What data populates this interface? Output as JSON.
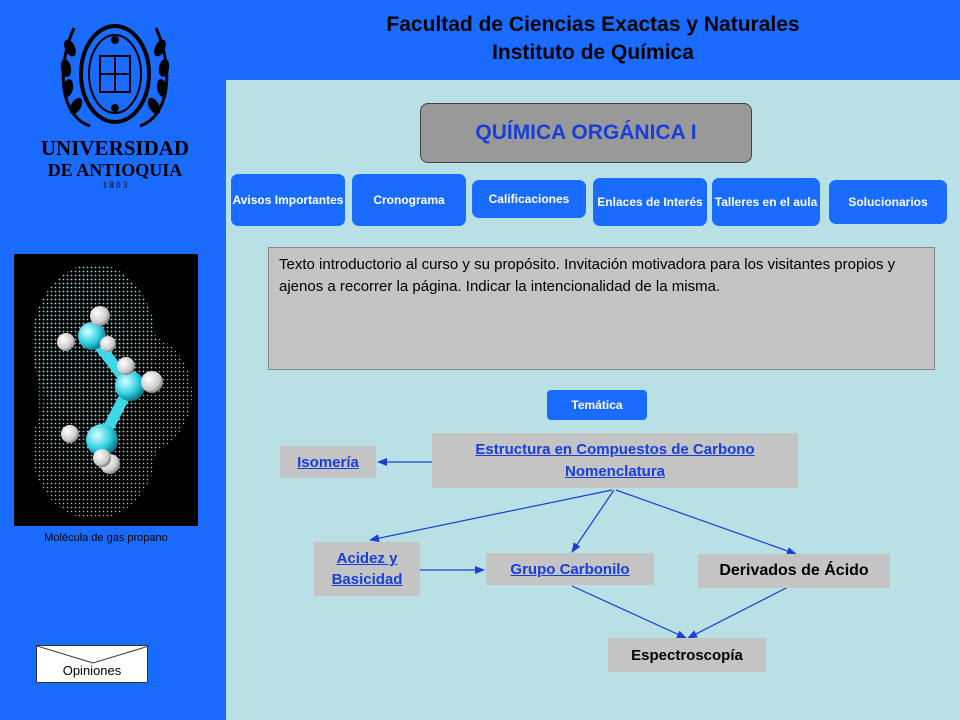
{
  "header": {
    "line1": "Facultad de Ciencias Exactas y Naturales",
    "line2": "Instituto de Química"
  },
  "logo": {
    "line1": "UNIVERSIDAD",
    "line2": "DE ANTIOQUIA",
    "year": "1 8 0 3"
  },
  "molecule": {
    "caption": "Molécula de gas propano"
  },
  "opinions": {
    "label": "Opiniones"
  },
  "course": {
    "title": "QUÍMICA ORGÁNICA I"
  },
  "nav": {
    "avisos": "Avisos Importantes",
    "cronograma": "Cronograma",
    "calificaciones": "Calificaciones",
    "enlaces": "Enlaces de Interés",
    "talleres": "Talleres en el aula",
    "solucionarios": "Solucionarios"
  },
  "intro": {
    "text": "Texto introductorio al curso y su propósito. Invitación motivadora para los visitantes propios y ajenos a recorrer la página. Indicar la intencionalidad de la misma."
  },
  "tematica": {
    "label": "Temática"
  },
  "concept_map": {
    "estructura_line1": "Estructura en Compuestos de Carbono",
    "estructura_line2": "Nomenclatura",
    "isomeria": "Isomería",
    "acidez_line1": "Acidez y",
    "acidez_line2": "Basicidad",
    "carbonilo": "Grupo Carbonilo",
    "derivados": "Derivados de Ácido",
    "espectroscopia": "Espectroscopía"
  },
  "colors": {
    "sidebar": "#1a6bff",
    "background": "#b9e0e4",
    "link": "#1840d8",
    "box_gray": "#c4c4c4"
  }
}
